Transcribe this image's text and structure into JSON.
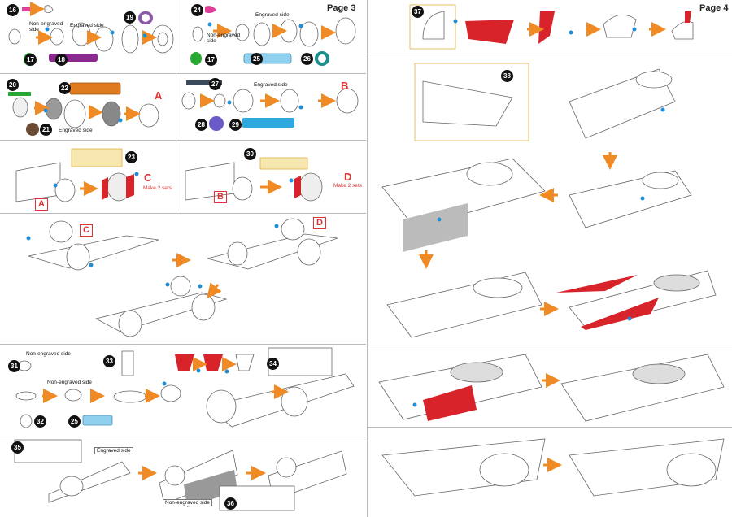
{
  "pages": {
    "left": "Page 3",
    "right": "Page 4"
  },
  "steps": {
    "s16": "16",
    "s17": "17",
    "s18": "18",
    "s19": "19",
    "s20": "20",
    "s21": "21",
    "s22": "22",
    "s23": "23",
    "s24": "24",
    "s25": "25",
    "s26": "26",
    "s27": "27",
    "s28": "28",
    "s29": "29",
    "s30": "30",
    "s31": "31",
    "s32": "32",
    "s33": "33",
    "s34": "34",
    "s35": "35",
    "s36": "36",
    "s37": "37",
    "s38": "38",
    "s25b": "25",
    "s17b": "17"
  },
  "labels": {
    "non_engraved_side": "Non-engraved side",
    "engraved_side": "Engraved side",
    "make_2_sets": "Make 2 sets"
  },
  "assemblies": {
    "A": "A",
    "B": "B",
    "C": "C",
    "D": "D"
  },
  "colors": {
    "arrow": "#f08a24",
    "red_part": "#d8232a",
    "blue_dot": "#1e8fd6",
    "pink_part": "#e0409a",
    "purple_part": "#8a2a8e",
    "orange_part": "#e07a1f",
    "light_blue_part": "#8fd0ef",
    "teal_part": "#1b8e8a",
    "green_part": "#2aa836",
    "brown_part": "#6b4a32",
    "violet_part": "#6a5ac8",
    "yellow_part": "#f6e8b0"
  }
}
